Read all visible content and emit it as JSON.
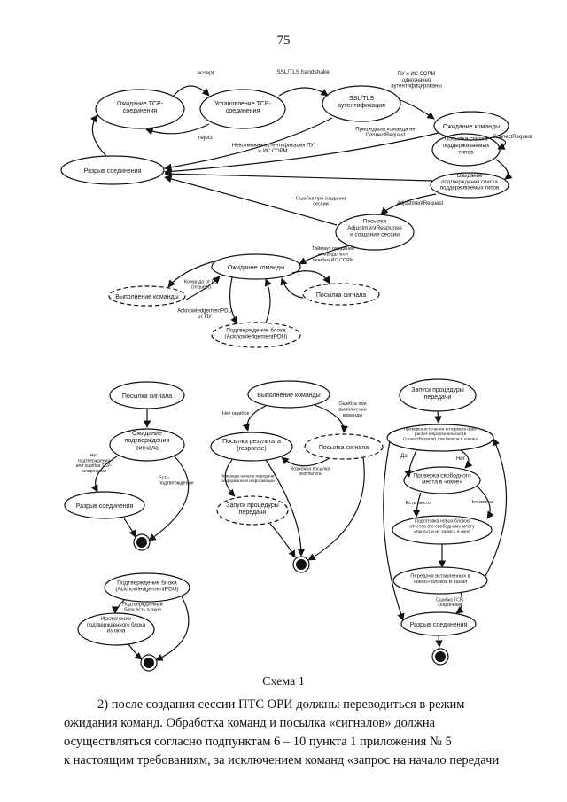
{
  "page_number": "75",
  "top": {
    "accept": "accept",
    "ssl_handshake": "SSL/TLS handshake",
    "pu_is_sorm": "ПУ и ИС СОРМ\nоднозначно\nаутентифицированы",
    "reject": "reject",
    "wait_tcp": "Ожидание TCP-\nсоединения",
    "establish_tcp": "Установление TCP-\nсоединения",
    "ssl_auth": "SSL/TLS\nаутентификация",
    "wait_cmd": "Ожидание команды",
    "auth_impossible": "Невозможна аутентификация ПУ\nи ИС СОРМ",
    "cmd_not_connect": "Пришедшая команда не\nConnectRequest",
    "connect_request": "ConnectRequest",
    "disconnect": "Разрыв соединения",
    "send_types": "Посылка списка\nподдерживаемых\nтипов",
    "wait_confirm": "Ожидание\nподтверждения списка\nподдерживаемых типов",
    "adjust_request": "AdjustmentRequest",
    "session_error": "Ошибка при создании\nсессии",
    "send_adjust": "Посылка\nAdjustmentResponse\nи создание сессии",
    "wait_cmd2": "Ожидание команды",
    "timeout_note": "Таймаут ожидания\nкоманды или\nошибка ИС СОРМ",
    "cmd_from_pu": "Команда от ПУ\n(request)",
    "exec_cmd": "Выполнение команды",
    "send_signal": "Посылка сигнала",
    "ack_from_pu": "AcknowledgementPDU\nот ПУ",
    "block_confirm": "Подтверждение блока\n(AcknowledgementPDU)"
  },
  "left": {
    "send_signal": "Посылка сигнала",
    "wait_confirm": "Ожидание\nподтверждения\nсигнала",
    "no_confirm": "Нет\nподтверждения\nили ошибка TCP-\nсоединения",
    "has_confirm": "Есть\nподтверждение",
    "disconnect": "Разрыв соединения",
    "block_confirm": "Подтверждение блока\n(AcknowledgementPDU)",
    "block_in_window": "Подтверждаемый\nблок есть в окне",
    "exclude_block": "Исключение\nподтвержденного блока\nиз окна"
  },
  "middle": {
    "exec_cmd": "Выполнение команды",
    "no_errors": "Нет ошибок",
    "exec_error": "Ошибка при\nвыполнении\nкоманды",
    "send_result": "Посылка результата\n(response)",
    "send_signal": "Посылка сигнала",
    "start_cmd_note": "Команда начала передачи\nзадержанной информации",
    "possible_send": "Возможна посылка\nрезультата",
    "start_proc": "Запуск процедуры\nпередачи"
  },
  "right": {
    "start_proc": "Запуск процедуры\nпередачи",
    "check_timeout": "Проверка истечения интервала data-\npacket-response-timeout (в\nConnectRequest) для блоков в «окне»",
    "yes": "Да",
    "no": "Нет",
    "check_space": "Проверка свободного\nместа в «окне»",
    "has_space": "Есть место",
    "no_space": "Нет места",
    "prepare_blocks": "Подготовка новых блоков\nотчетов (по свободному месту\n«окна») и их запись в окно",
    "transmit": "Передача вставленных в\n«окно» блоков в канал",
    "tcp_error": "Ошибка TCP-\nсоединения",
    "disconnect": "Разрыв соединения"
  },
  "caption": "Схема 1",
  "paragraph_lines": [
    "2) после создания сессии ПТС ОРИ должны переводиться в режим",
    "ожидания команд. Обработка команд и посылка «сигналов» должна",
    "осуществляться согласно подпунктам 6 – 10 пункта 1 приложения № 5",
    "к настоящим требованиям, за исключением команд «запрос на начало передачи"
  ]
}
